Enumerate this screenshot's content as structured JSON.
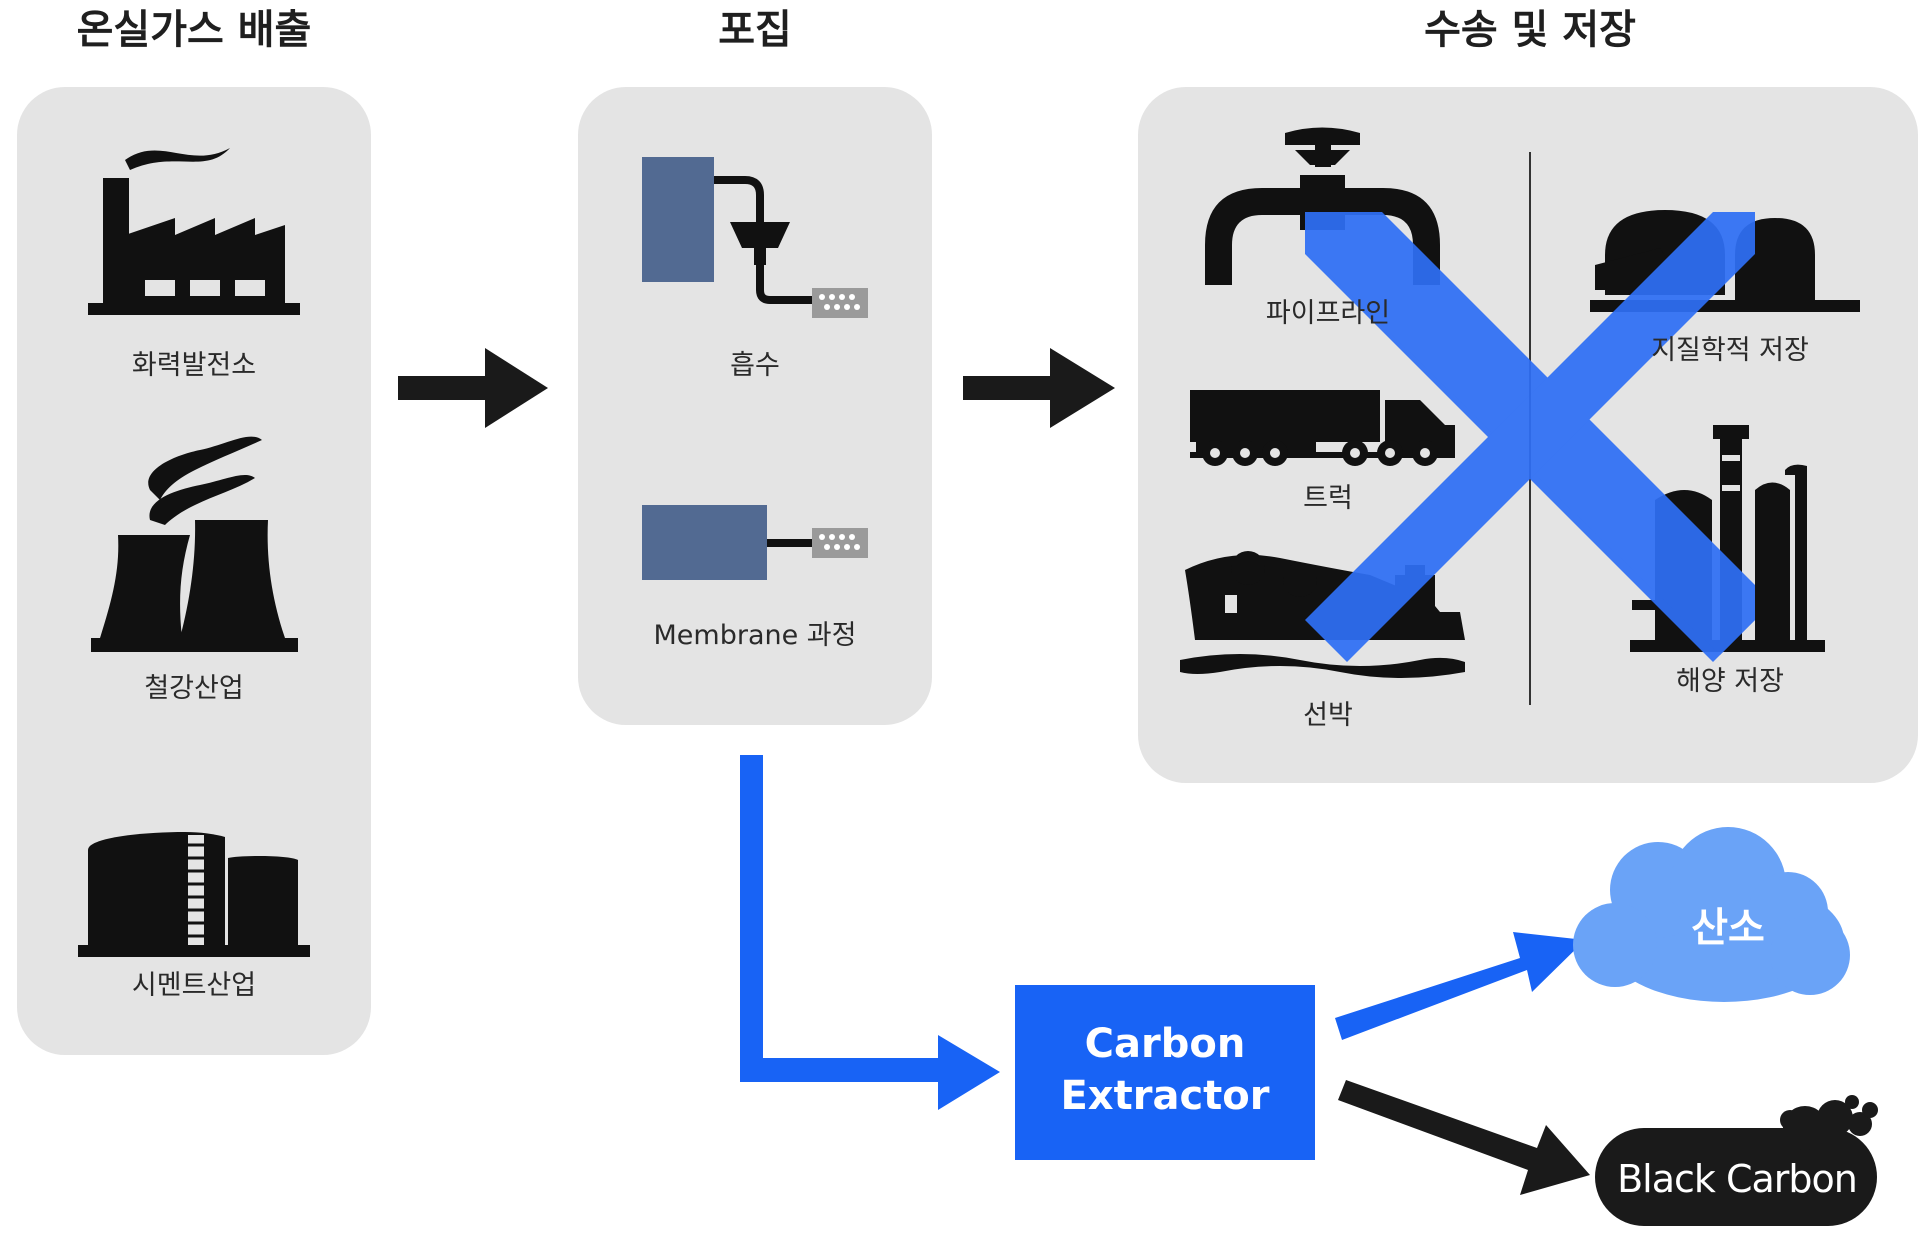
{
  "titles": {
    "emission": "온실가스 배출",
    "capture": "포집",
    "transport": "수송 및 저장"
  },
  "emission_sources": {
    "power": "화력발전소",
    "steel": "철강산업",
    "cement": "시멘트산업"
  },
  "capture_methods": {
    "absorption": "흡수",
    "membrane": "Membrane 과정"
  },
  "transport_storage": {
    "pipeline": "파이프라인",
    "truck": "트럭",
    "ship": "선박",
    "geological": "지질학적 저장",
    "ocean": "해양 저장"
  },
  "extractor": {
    "line1": "Carbon",
    "line2": "Extractor"
  },
  "outputs": {
    "oxygen": "산소",
    "black_carbon": "Black Carbon"
  },
  "colors": {
    "panel": "#e4e4e4",
    "blue": "#1863f5",
    "cross": "#2f6ff5",
    "cloud": "#6aa3f7",
    "dark": "#1a1a1a",
    "slate": "#526a92"
  }
}
